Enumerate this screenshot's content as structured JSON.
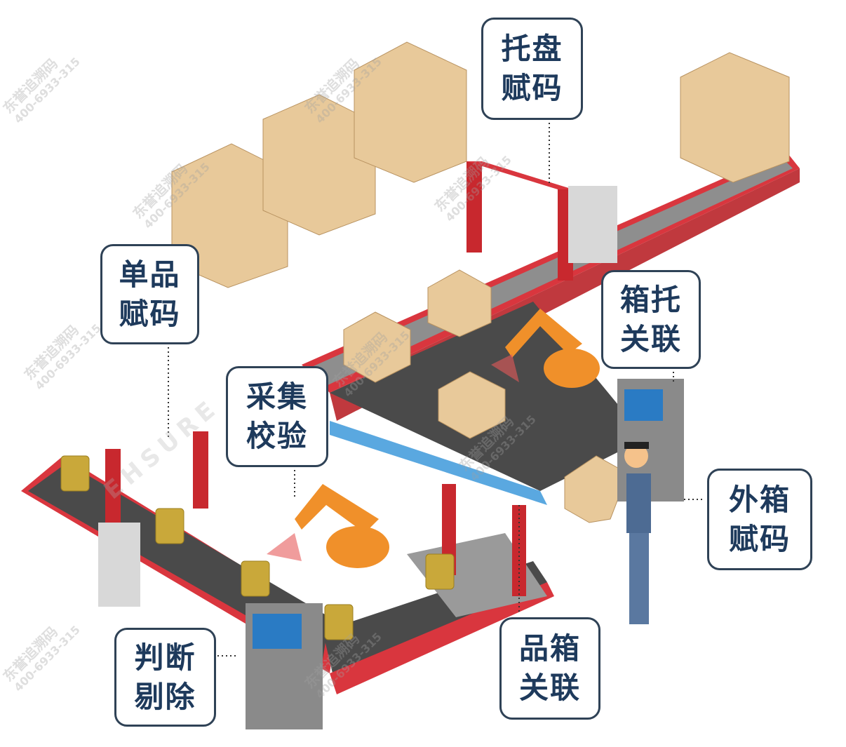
{
  "labels": {
    "pallet_coding": [
      "托盘",
      "赋码"
    ],
    "item_coding": [
      "单品",
      "赋码"
    ],
    "box_pallet_link": [
      "箱托",
      "关联"
    ],
    "capture_verify": [
      "采集",
      "校验"
    ],
    "carton_coding": [
      "外箱",
      "赋码"
    ],
    "judge_reject": [
      "判断",
      "剔除"
    ],
    "item_box_link": [
      "品箱",
      "关联"
    ]
  },
  "watermark": {
    "name": "东誉追溯码",
    "phone": "400-6933-315",
    "brand": "EHSURE"
  },
  "colors": {
    "label_text": "#1e3a5c",
    "label_border": "#2f4256",
    "rail": "#d9363e",
    "belt": "#4a4a4a",
    "box": "#e8c99a",
    "robot": "#f0902a"
  }
}
